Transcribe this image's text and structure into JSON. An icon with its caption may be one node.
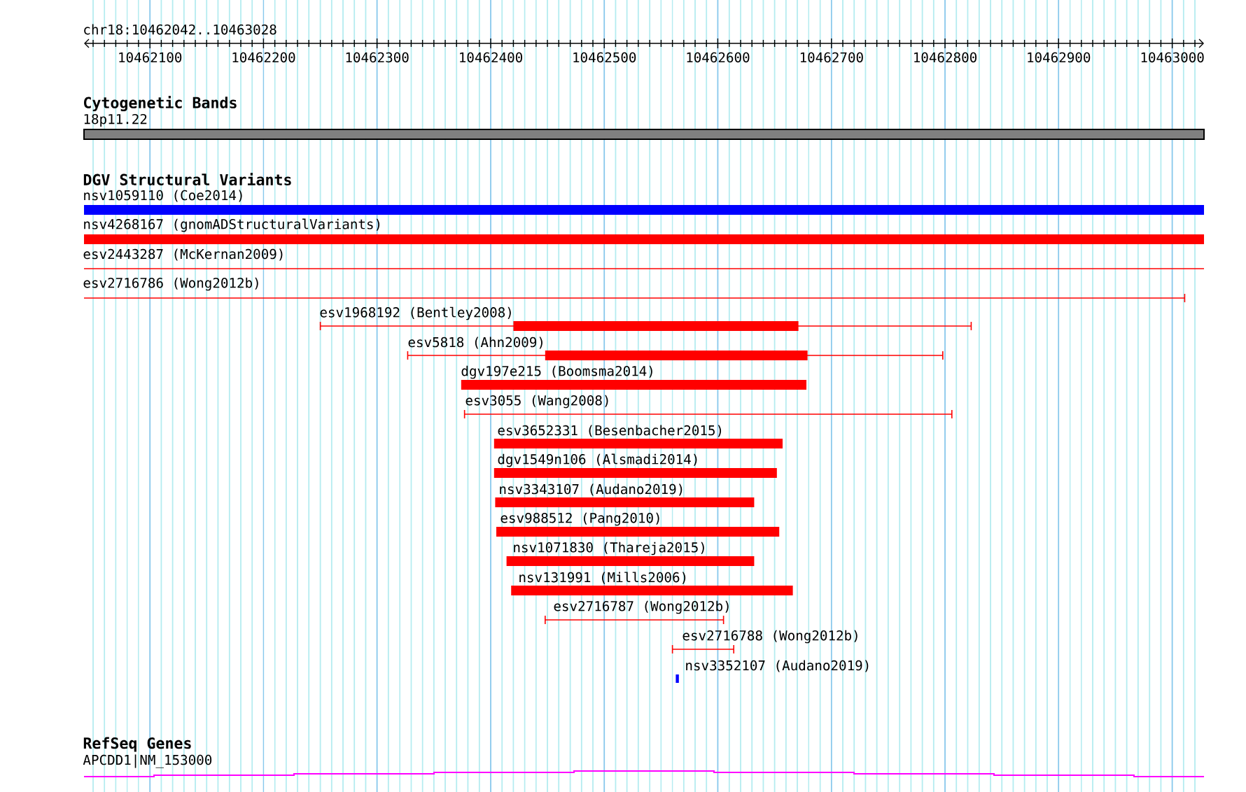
{
  "diagram": {
    "nodes": [
      {
        "text": [
          "18p11.22"
        ]
      },
      {
        "text": [
          "nsv1059110 (Coe2014)"
        ]
      },
      {
        "text": [
          "nsv4268167 (gnomADStructuralVariants)"
        ]
      },
      {
        "text": [
          "esv2443287 (McKernan2009)"
        ]
      },
      {
        "text": [
          "esv2716786 (Wong2012b)"
        ]
      },
      {
        "text": [
          "esv1968192 (Bentley2008)"
        ]
      },
      {
        "text": [
          "esv5818 (Ahn2009)"
        ]
      },
      {
        "text": [
          "dgv197e215 (Boomsma2014)"
        ]
      },
      {
        "text": [
          "esv3055 (Wang2008)"
        ]
      },
      {
        "text": [
          "esv3652331 (Besenbacher2015)"
        ]
      },
      {
        "text": [
          "dgv1549n106 (Alsmadi2014)"
        ]
      },
      {
        "text": [
          "nsv3343107 (Audano2019)"
        ]
      },
      {
        "text": [
          "esv988512 (Pang2010)"
        ]
      },
      {
        "text": [
          "nsv1071830 (Thareja2015)"
        ]
      },
      {
        "text": [
          "nsv131991 (Mills2006)"
        ]
      },
      {
        "text": [
          "esv2716787 (Wong2012b)"
        ]
      },
      {
        "text": [
          "esv2716788 (Wong2012b)"
        ]
      },
      {
        "text": [
          "nsv3352107 (Audano2019)"
        ]
      },
      {
        "text": [
          "APCDD1|NM_153000"
        ]
      }
    ],
    "labels": [
      "chr18:10462042..10463028",
      "10462100",
      "10462200",
      "10462300",
      "10462400",
      "10462500",
      "10462600",
      "10462700",
      "10462800",
      "10462900",
      "10463000",
      "Cytogenetic Bands",
      "DGV Structural Variants",
      "RefSeq Genes"
    ]
  }
}
